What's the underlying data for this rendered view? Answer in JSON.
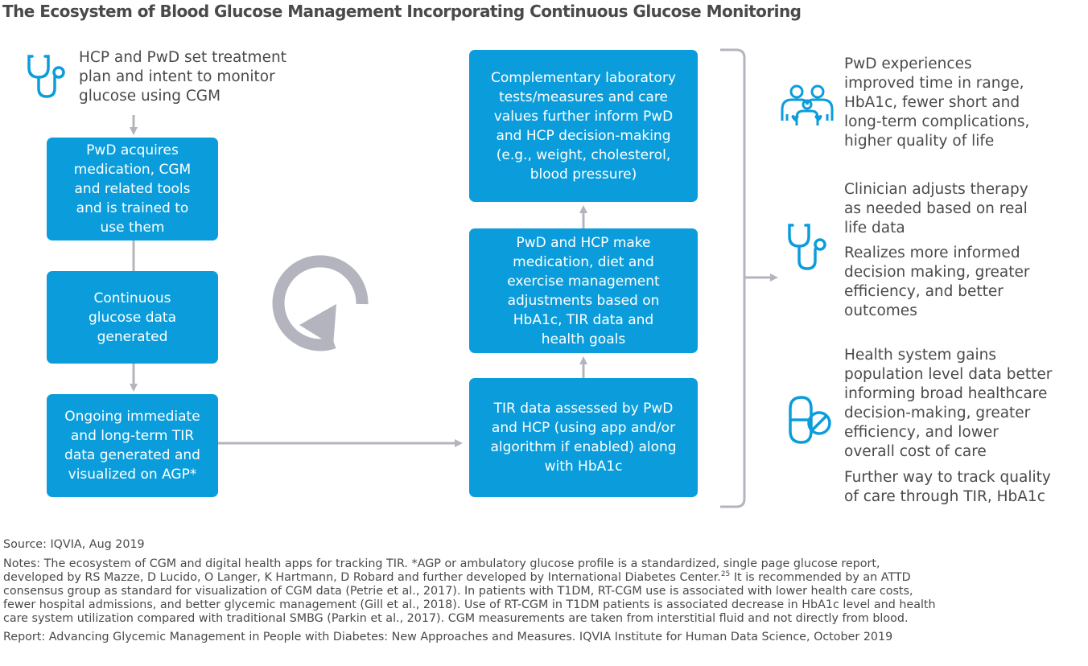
{
  "title": "The Ecosystem of Blood Glucose Management Incorporating Continuous Glucose Monitoring",
  "intro": {
    "text": "HCP and PwD set treatment\nplan and intent to monitor\nglucose using CGM",
    "icon": "stethoscope-icon"
  },
  "left_boxes": [
    "PwD acquires\nmedication, CGM\nand related tools\nand is trained to\nuse them",
    "Continuous\nglucose data\ngenerated",
    "Ongoing immediate\nand long-term TIR\ndata generated and\nvisualized on AGP*"
  ],
  "cycle_icon": "cycle-arrow-icon",
  "right_boxes": [
    "Complementary laboratory\ntests/measures and care\nvalues further inform PwD\nand HCP decision-making\n(e.g., weight, cholesterol,\nblood pressure)",
    "PwD and HCP make\nmedication, diet and\nexercise  management\nadjustments based on\nHbA1c, TIR data and\nhealth goals",
    "TIR data assessed by PwD\nand HCP (using app and/or\nalgorithm if enabled) along\nwith HbA1c"
  ],
  "outcomes": [
    {
      "icon": "family-icon",
      "texts": [
        "PwD experiences\nimproved time in range,\nHbA1c, fewer short and\nlong-term complications,\nhigher quality of life"
      ]
    },
    {
      "icon": "stethoscope-icon",
      "texts": [
        "Clinician adjusts therapy\nas needed based on real\nlife data",
        "Realizes more informed\ndecision making, greater\nefficiency, and better\noutcomes"
      ]
    },
    {
      "icon": "pill-icon",
      "texts": [
        "Health system gains\npopulation level data better\ninforming broad healthcare\ndecision-making, greater\nefficiency, and  lower\noverall cost of care",
        "Further way to track quality\nof care through TIR, HbA1c"
      ]
    }
  ],
  "footer": {
    "source": "Source: IQVIA, Aug 2019",
    "notes_lines": [
      "Notes: The ecosystem of CGM and digital health apps for tracking TIR. *AGP or ambulatory glucose profile is a standardized, single page glucose report,",
      "developed by RS Mazze, D Lucido, O Langer, K Hartmann, D Robard and further developed by International Diabetes Center.",
      "25",
      " It is recommended by an ATTD",
      "consensus group as standard for visualization of CGM data (Petrie et al., 2017). In patients with T1DM, RT-CGM use is associated with lower health care costs,",
      "fewer hospital admissions, and better glycemic management (Gill et al., 2018). Use of RT-CGM in T1DM patients is associated decrease in HbA1c level and health",
      "care system utilization compared with traditional SMBG (Parkin et al., 2017). CGM measurements are taken from interstitial fluid and not directly from blood."
    ],
    "report": "Report: Advancing Glycemic Management in People with Diabetes: New Approaches and Measures. IQVIA Institute for Human Data Science, October 2019"
  },
  "colors": {
    "box": "#0b9ddb",
    "arrow": "#b4b4be",
    "icon": "#0b9ddb",
    "text": "#4a4a4a"
  }
}
